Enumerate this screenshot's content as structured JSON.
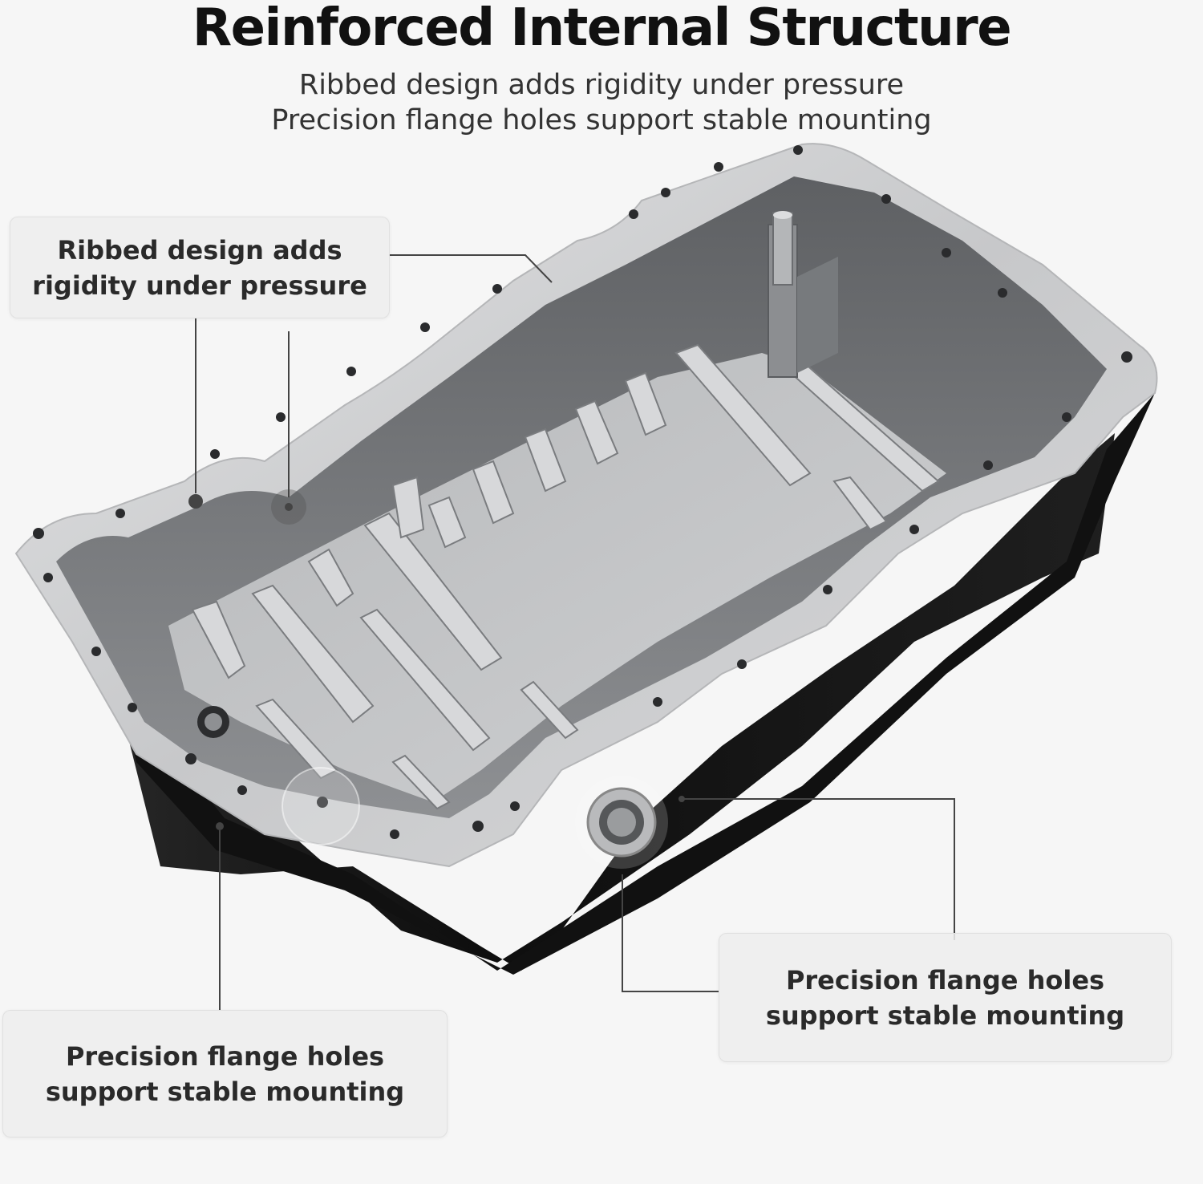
{
  "header": {
    "title": "Reinforced Internal Structure",
    "subtitle_line1": "Ribbed design adds rigidity under pressure",
    "subtitle_line2": "Precision flange holes support stable mounting"
  },
  "callouts": {
    "ribbed": {
      "line1": "Ribbed design adds",
      "line2": "rigidity under pressure"
    },
    "flange_right": {
      "line1": "Precision flange holes",
      "line2": "support stable mounting"
    },
    "flange_left": {
      "line1": "Precision flange holes",
      "line2": "support stable mounting"
    }
  },
  "colors": {
    "flange": "#c9cacc",
    "basin": "#a9abad",
    "body": "#151515",
    "leader": "#444444"
  }
}
